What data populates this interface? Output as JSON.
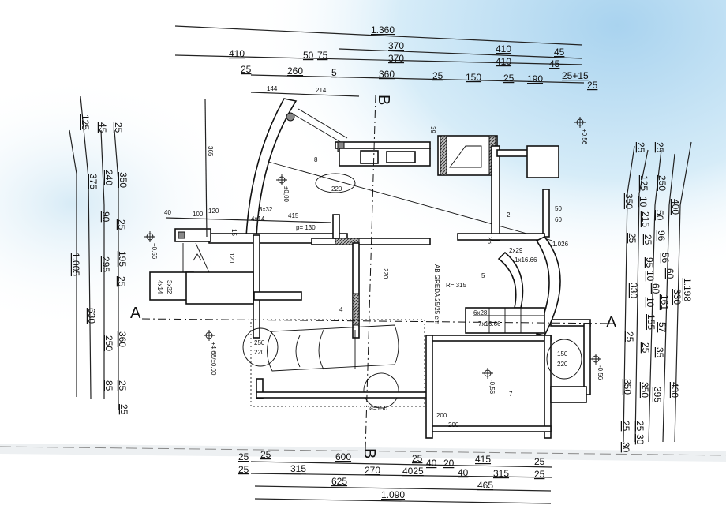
{
  "colors": {
    "paper": "#ffffff",
    "ink": "#111111",
    "wash": "#bcdcf0"
  },
  "section_marks": {
    "a_left": "A",
    "a_right": "A",
    "b_top": "B",
    "b_bottom": "B"
  },
  "top_dims": {
    "r1": [
      "1.360"
    ],
    "r2": [
      "370",
      "410",
      "45"
    ],
    "r3": [
      "410",
      "50",
      "75",
      "370",
      "410",
      "45"
    ],
    "r4": [
      "25",
      "260",
      "5",
      "360",
      "25",
      "150",
      "25",
      "190",
      "25+15",
      "25"
    ],
    "r5": [
      "144",
      "214"
    ]
  },
  "bottom_dims": {
    "r1": [
      "25",
      "25",
      "600",
      "25",
      "40",
      "20",
      "415",
      "25"
    ],
    "r2": [
      "25",
      "315",
      "270",
      "4025",
      "40",
      "315",
      "25"
    ],
    "r3": [
      "625",
      "465"
    ],
    "r4": [
      "1.090"
    ]
  },
  "left_dims": {
    "c1": [
      "1.005"
    ],
    "c2": [
      "125",
      "375",
      "630"
    ],
    "c3": [
      "45",
      "240",
      "90",
      "295",
      "250",
      "85"
    ],
    "c4": [
      "25",
      "350",
      "25",
      "195",
      "25",
      "360",
      "25",
      "25"
    ]
  },
  "right_dims": [
    "25",
    "25",
    "125",
    "250",
    "400",
    "350",
    "10",
    "215",
    "50",
    "96",
    "25",
    "25",
    "56",
    "60",
    "95",
    "10",
    "60",
    "330",
    "161",
    "330",
    "1.198",
    "10",
    "155",
    "57",
    "25",
    "25",
    "35",
    "350",
    "350",
    "395",
    "430",
    "25",
    "25",
    "30",
    "30"
  ],
  "plan_labels": {
    "h365": "365",
    "d40": "40",
    "d100": "100",
    "d120": "120",
    "d415": "415",
    "stairs1": "3x32",
    "stairs2": "4x14",
    "p130": "p= 130",
    "d15": "15",
    "d120b": "120",
    "d220": "220",
    "beam": "AB GREDA 25/25 cm",
    "radius": "R= 315",
    "d26": "26",
    "st3": "2x29",
    "st4": "1x16.66",
    "st5": "6x28",
    "st6": "7x16.66",
    "d1026": "1.026",
    "d50": "50",
    "d60": "60",
    "d39": "39",
    "door1": "250",
    "door1b": "220",
    "door2": "150",
    "door2b": "220",
    "door3": "220",
    "phi": "ø=150",
    "w200a": "200",
    "w200b": "200",
    "st7": "3x32",
    "st8": "4x14",
    "room8": "8",
    "room4": "4",
    "room5": "5",
    "room7": "7",
    "room2": "2"
  },
  "elevations": {
    "e1": "+0,56",
    "e2": "±0,00",
    "e3": "+4,68/±0,00",
    "e4": "+0,56",
    "e5": "-0,56",
    "e6": "-0,56"
  }
}
